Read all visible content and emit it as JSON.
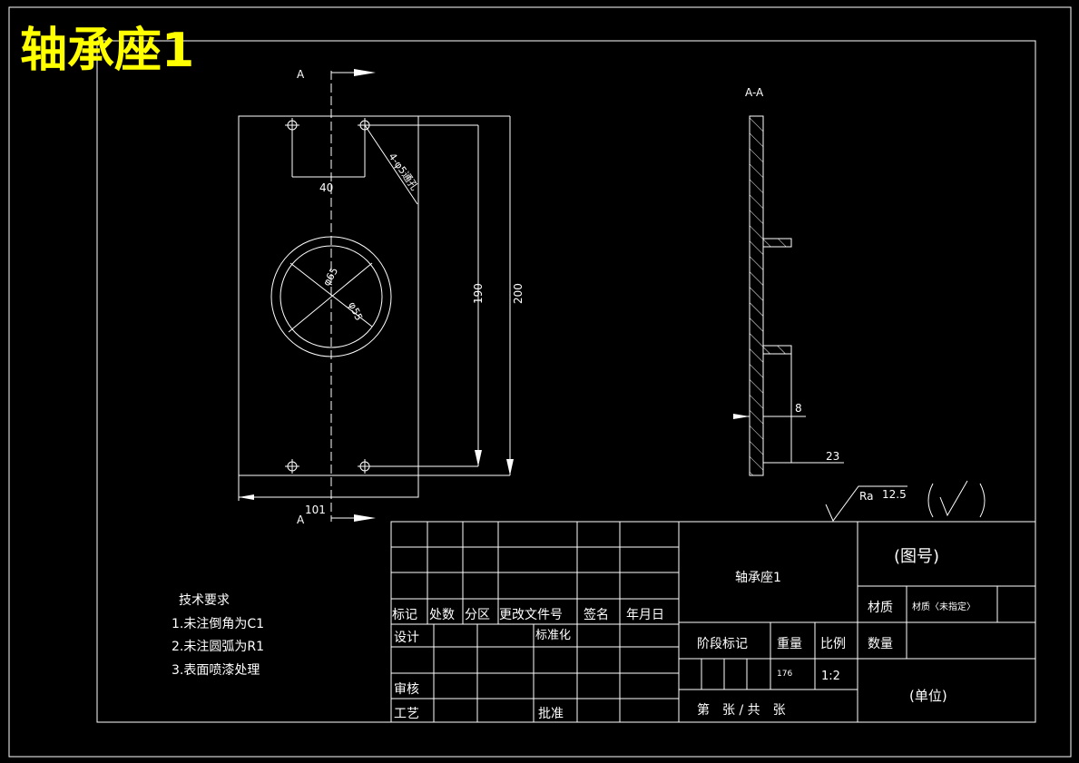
{
  "title": "轴承座1",
  "section_labels": {
    "cut_top": "A",
    "cut_bottom": "A",
    "section_view": "A-A"
  },
  "dimensions": {
    "hole_spacing": "40",
    "holes_note": "4-φ5通孔",
    "outer_dia": "φ65",
    "inner_dia": "φ55",
    "height_190": "190",
    "height_200": "200",
    "width_101": "101",
    "thickness_8": "8",
    "boss_23": "23"
  },
  "roughness": {
    "label": "Ra",
    "value": "12.5"
  },
  "tech_requirements": {
    "heading": "技术要求",
    "items": [
      "1.未注倒角为C1",
      "2.未注圆弧为R1",
      "3.表面喷漆处理"
    ]
  },
  "title_block": {
    "headers": [
      "标记",
      "处数",
      "分区",
      "更改文件号",
      "签名",
      "年月日"
    ],
    "design": "设计",
    "standardize": "标准化",
    "review": "审核",
    "process": "工艺",
    "approve": "批准",
    "part_name": "轴承座1",
    "drawing_no": "(图号)",
    "material_label": "材质",
    "material_value": "材质〈未指定〉",
    "quantity_label": "数量",
    "stage_mark": "阶段标记",
    "weight_label": "重量",
    "scale_label": "比例",
    "weight_value": "176",
    "scale_value": "1:2",
    "sheet": "第　张 / 共　张",
    "unit": "(单位)"
  },
  "colors": {
    "background": "#000000",
    "lines": "#ffffff",
    "title": "#ffff00"
  }
}
